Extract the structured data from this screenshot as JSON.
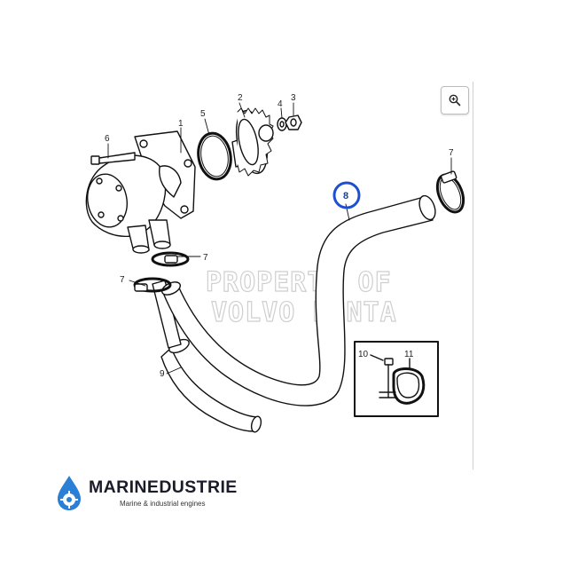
{
  "diagram": {
    "callouts": {
      "c1": "1",
      "c2": "2",
      "c3": "3",
      "c4": "4",
      "c5": "5",
      "c6": "6",
      "c7a": "7",
      "c7b": "7",
      "c7c": "7",
      "c8": "8",
      "c9": "9",
      "c10": "10",
      "c11": "11"
    },
    "highlighted_callout": "8",
    "watermark_line1": "PROPERTY OF",
    "watermark_line2": "VOLVO PENTA",
    "highlight_color": "#1f4fd1"
  },
  "toolbar": {
    "zoom_icon": "zoom-in-icon"
  },
  "brand": {
    "name": "MARINEDUSTRIE",
    "tagline": "Marine & industrial engines",
    "logo_icon": "water-drop-gear-icon",
    "logo_color": "#2b7fd6"
  }
}
